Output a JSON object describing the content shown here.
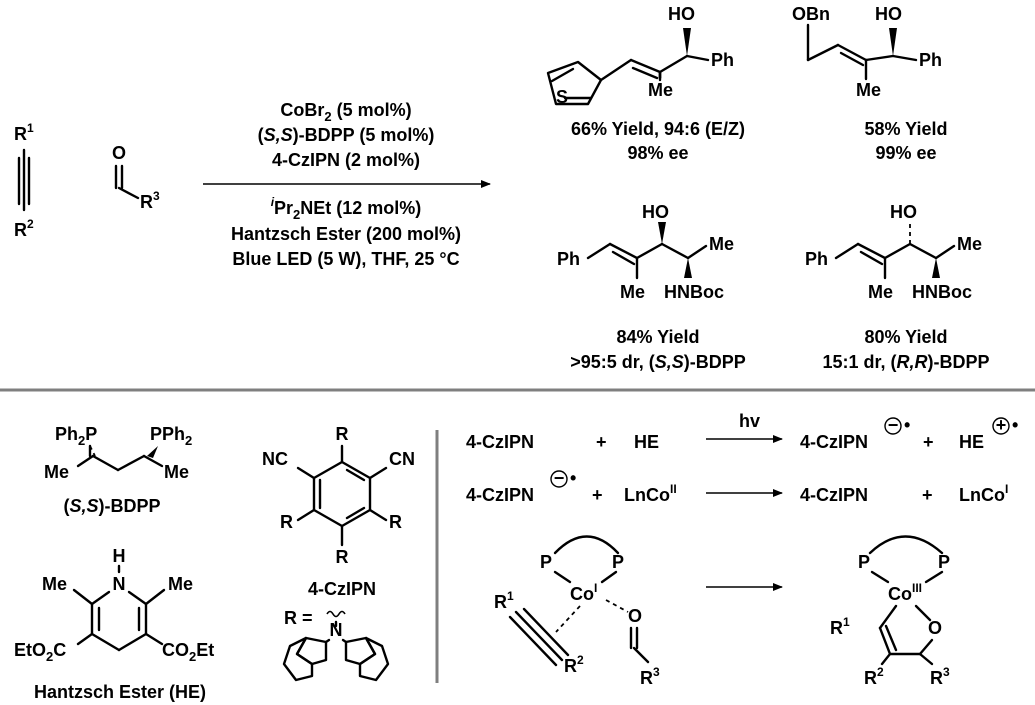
{
  "reaction": {
    "alkyne": {
      "r1": "R",
      "r1_sup": "1",
      "r2": "R",
      "r2_sup": "2"
    },
    "aldehyde": {
      "o": "O",
      "r3": "R",
      "r3_sup": "3"
    },
    "conditions_above": {
      "line1_a": "CoBr",
      "line1_sub": "2",
      "line1_b": " (5 mol%)",
      "line2_a": "(",
      "line2_it": "S,S",
      "line2_b": ")-BDPP (5 mol%)",
      "line3": "4-CzIPN (2 mol%)"
    },
    "conditions_below": {
      "line1_sup": "i",
      "line1_a": "Pr",
      "line1_sub": "2",
      "line1_b": "NEt (12 mol%)",
      "line2": "Hantzsch Ester (200 mol%)",
      "line3": "Blue LED (5 W), THF, 25 °C"
    }
  },
  "products": [
    {
      "atoms": {
        "oh": "HO",
        "ph": "Ph",
        "me": "Me",
        "s": "S"
      },
      "line1": "66% Yield, 94:6 (E/Z)",
      "line2": "98% ee"
    },
    {
      "atoms": {
        "obn": "OBn",
        "oh": "HO",
        "ph": "Ph",
        "me": "Me"
      },
      "line1": "58% Yield",
      "line2": "99% ee"
    },
    {
      "atoms": {
        "oh": "HO",
        "ph": "Ph",
        "me1": "Me",
        "me2": "Me",
        "nhboc": "HNBoc"
      },
      "line1": "84% Yield",
      "line2_a": ">95:5 dr, (",
      "line2_it": "S,S",
      "line2_b": ")-BDPP"
    },
    {
      "atoms": {
        "oh": "HO",
        "ph": "Ph",
        "me1": "Me",
        "me2": "Me",
        "nhboc": "HNBoc"
      },
      "line1": "80% Yield",
      "line2_a": "15:1 dr, (",
      "line2_it": "R,R",
      "line2_b": ")-BDPP"
    }
  ],
  "reagents": {
    "bdpp": {
      "p1_a": "Ph",
      "p1_sub": "2",
      "p1_b": "P",
      "p2_a": "PPh",
      "p2_sub": "2",
      "me1": "Me",
      "me2": "Me",
      "label_a": "(",
      "label_it": "S,S",
      "label_b": ")-BDPP"
    },
    "hantzsch": {
      "h": "H",
      "n": "N",
      "me1": "Me",
      "me2": "Me",
      "ester1_a": "EtO",
      "ester1_sub": "2",
      "ester1_b": "C",
      "ester2_a": "CO",
      "ester2_sub": "2",
      "ester2_b": "Et",
      "label": "Hantzsch Ester (HE)"
    },
    "czipn": {
      "r_top": "R",
      "r_left": "R",
      "r_right": "R",
      "r_bottom": "R",
      "cn_left": "NC",
      "cn_right": "CN",
      "label": "4-CzIPN",
      "r_eq": "R =",
      "n": "N"
    }
  },
  "mechanism": {
    "step1": {
      "a": "4-CzIPN",
      "plus1": "+",
      "b": "HE",
      "arrow_label": "hv",
      "c": "4-CzIPN",
      "c_charge": "−",
      "c_dot": "•",
      "plus2": "+",
      "d": "HE",
      "d_charge": "+",
      "d_dot": "•"
    },
    "step2": {
      "a": "4-CzIPN",
      "a_charge": "−",
      "a_dot": "•",
      "plus1": "+",
      "b": "LnCo",
      "b_sup": "II",
      "c": "4-CzIPN",
      "plus2": "+",
      "d": "LnCo",
      "d_sup": "I"
    },
    "complex_left": {
      "p1": "P",
      "p2": "P",
      "co": "Co",
      "co_sup": "I",
      "o": "O",
      "r1": "R",
      "r1_sup": "1",
      "r2": "R",
      "r2_sup": "2",
      "r3": "R",
      "r3_sup": "3"
    },
    "complex_right": {
      "p1": "P",
      "p2": "P",
      "co": "Co",
      "co_sup": "III",
      "o": "O",
      "r1": "R",
      "r1_sup": "1",
      "r2": "R",
      "r2_sup": "2",
      "r3": "R",
      "r3_sup": "3"
    }
  }
}
